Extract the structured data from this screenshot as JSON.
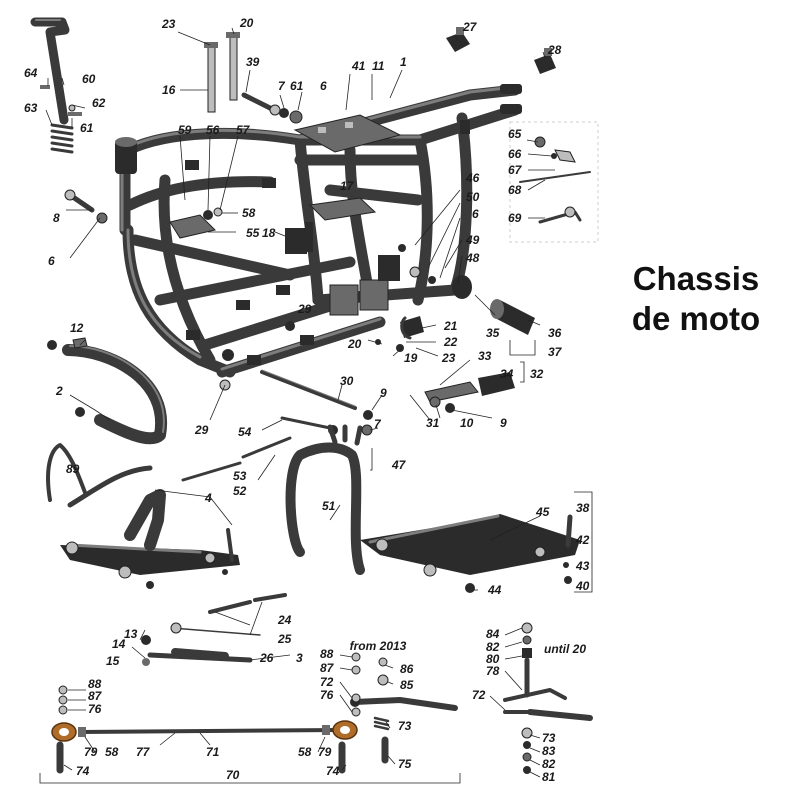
{
  "title": {
    "line1": "Chassis",
    "line2": "de moto"
  },
  "notes": {
    "from_2013": "from 2013",
    "until_20": "until  20"
  },
  "labels": [
    {
      "id": "l23a",
      "text": "23"
    },
    {
      "id": "l20a",
      "text": "20"
    },
    {
      "id": "l27",
      "text": "27"
    },
    {
      "id": "l28",
      "text": "28"
    },
    {
      "id": "l64",
      "text": "64"
    },
    {
      "id": "l60",
      "text": "60"
    },
    {
      "id": "l62",
      "text": "62"
    },
    {
      "id": "l63",
      "text": "63"
    },
    {
      "id": "l61a",
      "text": "61"
    },
    {
      "id": "l16",
      "text": "16"
    },
    {
      "id": "l39",
      "text": "39"
    },
    {
      "id": "l7a",
      "text": "7"
    },
    {
      "id": "l61b",
      "text": "61"
    },
    {
      "id": "l6a",
      "text": "6"
    },
    {
      "id": "l41",
      "text": "41"
    },
    {
      "id": "l11",
      "text": "11"
    },
    {
      "id": "l1",
      "text": "1"
    },
    {
      "id": "l59",
      "text": "59"
    },
    {
      "id": "l56",
      "text": "56"
    },
    {
      "id": "l57",
      "text": "57"
    },
    {
      "id": "l65",
      "text": "65"
    },
    {
      "id": "l66",
      "text": "66"
    },
    {
      "id": "l67",
      "text": "67"
    },
    {
      "id": "l68",
      "text": "68"
    },
    {
      "id": "l69",
      "text": "69"
    },
    {
      "id": "l17",
      "text": "17"
    },
    {
      "id": "l46",
      "text": "46"
    },
    {
      "id": "l8",
      "text": "8"
    },
    {
      "id": "l58a",
      "text": "58"
    },
    {
      "id": "l50",
      "text": "50"
    },
    {
      "id": "l6b",
      "text": "6"
    },
    {
      "id": "l55",
      "text": "55"
    },
    {
      "id": "l18",
      "text": "18"
    },
    {
      "id": "l6c",
      "text": "6"
    },
    {
      "id": "l49",
      "text": "49"
    },
    {
      "id": "l48",
      "text": "48"
    },
    {
      "id": "l29a",
      "text": "29"
    },
    {
      "id": "l12",
      "text": "12"
    },
    {
      "id": "l21",
      "text": "21"
    },
    {
      "id": "l35",
      "text": "35"
    },
    {
      "id": "l36",
      "text": "36"
    },
    {
      "id": "l37",
      "text": "37"
    },
    {
      "id": "l22",
      "text": "22"
    },
    {
      "id": "l20b",
      "text": "20"
    },
    {
      "id": "l19",
      "text": "19"
    },
    {
      "id": "l23b",
      "text": "23"
    },
    {
      "id": "l33",
      "text": "33"
    },
    {
      "id": "l34",
      "text": "34"
    },
    {
      "id": "l32",
      "text": "32"
    },
    {
      "id": "l2",
      "text": "2"
    },
    {
      "id": "l30",
      "text": "30"
    },
    {
      "id": "l9a",
      "text": "9"
    },
    {
      "id": "l29b",
      "text": "29"
    },
    {
      "id": "l54",
      "text": "54"
    },
    {
      "id": "l7b",
      "text": "7"
    },
    {
      "id": "l31",
      "text": "31"
    },
    {
      "id": "l10",
      "text": "10"
    },
    {
      "id": "l9b",
      "text": "9"
    },
    {
      "id": "l89",
      "text": "89"
    },
    {
      "id": "l47",
      "text": "47"
    },
    {
      "id": "l53",
      "text": "53"
    },
    {
      "id": "l52",
      "text": "52"
    },
    {
      "id": "l4",
      "text": "4"
    },
    {
      "id": "l51",
      "text": "51"
    },
    {
      "id": "l38",
      "text": "38"
    },
    {
      "id": "l45",
      "text": "45"
    },
    {
      "id": "l42",
      "text": "42"
    },
    {
      "id": "l43",
      "text": "43"
    },
    {
      "id": "l40",
      "text": "40"
    },
    {
      "id": "l44",
      "text": "44"
    },
    {
      "id": "l24",
      "text": "24"
    },
    {
      "id": "l25",
      "text": "25"
    },
    {
      "id": "l13",
      "text": "13"
    },
    {
      "id": "l14",
      "text": "14"
    },
    {
      "id": "l15",
      "text": "15"
    },
    {
      "id": "l26",
      "text": "26"
    },
    {
      "id": "l3",
      "text": "3"
    },
    {
      "id": "l84",
      "text": "84"
    },
    {
      "id": "l82a",
      "text": "82"
    },
    {
      "id": "l80",
      "text": "80"
    },
    {
      "id": "l78",
      "text": "78"
    },
    {
      "id": "l88a",
      "text": "88"
    },
    {
      "id": "l87a",
      "text": "87"
    },
    {
      "id": "l86",
      "text": "86"
    },
    {
      "id": "l72a",
      "text": "72"
    },
    {
      "id": "l85",
      "text": "85"
    },
    {
      "id": "l76a",
      "text": "76"
    },
    {
      "id": "l88b",
      "text": "88"
    },
    {
      "id": "l87b",
      "text": "87"
    },
    {
      "id": "l76b",
      "text": "76"
    },
    {
      "id": "l72b",
      "text": "72"
    },
    {
      "id": "l73a",
      "text": "73"
    },
    {
      "id": "l73b",
      "text": "73"
    },
    {
      "id": "l83",
      "text": "83"
    },
    {
      "id": "l82b",
      "text": "82"
    },
    {
      "id": "l81",
      "text": "81"
    },
    {
      "id": "l79a",
      "text": "79"
    },
    {
      "id": "l58b",
      "text": "58"
    },
    {
      "id": "l77",
      "text": "77"
    },
    {
      "id": "l71",
      "text": "71"
    },
    {
      "id": "l58c",
      "text": "58"
    },
    {
      "id": "l79b",
      "text": "79"
    },
    {
      "id": "l74a",
      "text": "74"
    },
    {
      "id": "l74b",
      "text": "74"
    },
    {
      "id": "l75",
      "text": "75"
    },
    {
      "id": "l70",
      "text": "70"
    }
  ]
}
